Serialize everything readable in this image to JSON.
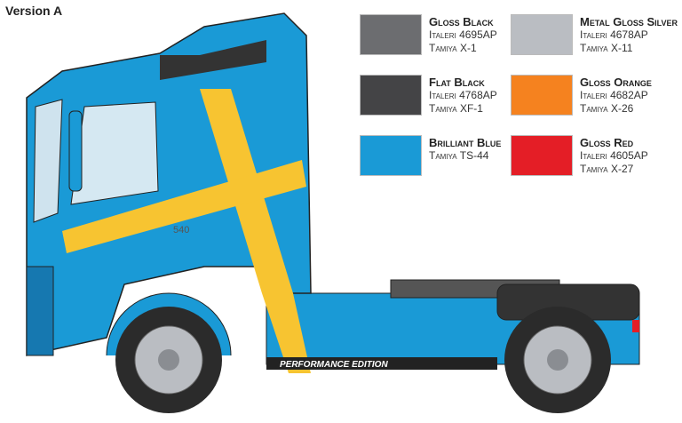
{
  "title": "Version A",
  "truck_text": "PERFORMANCE EDITION",
  "model_badge": "540",
  "colors": [
    {
      "name": "Gloss Black",
      "italeri": "4695AP",
      "tamiya": "X-1",
      "hex": "#6c6d70"
    },
    {
      "name": "Metal Gloss Silver",
      "italeri": "4678AP",
      "tamiya": "X-11",
      "hex": "#babdc2"
    },
    {
      "name": "Flat Black",
      "italeri": "4768AP",
      "tamiya": "XF-1",
      "hex": "#444446"
    },
    {
      "name": "Gloss Orange",
      "italeri": "4682AP",
      "tamiya": "X-26",
      "hex": "#f5821f"
    },
    {
      "name": "Brilliant Blue",
      "italeri": null,
      "tamiya": "TS-44",
      "hex": "#1a9ad6"
    },
    {
      "name": "Gloss Red",
      "italeri": "4605AP",
      "tamiya": "X-27",
      "hex": "#e41e26"
    }
  ],
  "brand_italeri": "Italeri",
  "brand_tamiya": "Tamiya"
}
